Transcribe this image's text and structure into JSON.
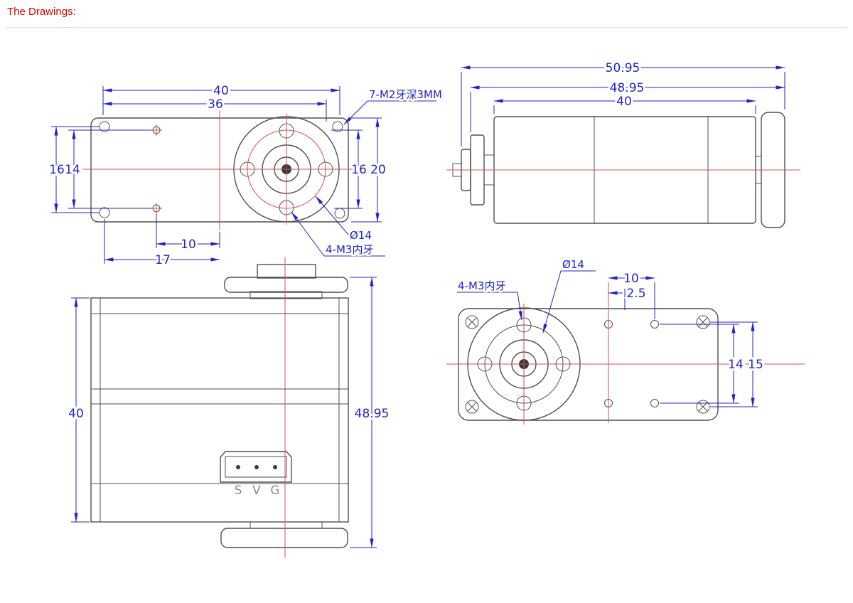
{
  "header": {
    "title": "The Drawings:"
  },
  "colors": {
    "heading": "#e10000",
    "dimension": "#2323cb",
    "centerline": "#d94f4f",
    "outline": "#4f4f4f",
    "divider": "#dddddd",
    "pin": "#8b8b8b"
  },
  "drawing": {
    "top_view": {
      "dim_width_overall": "40",
      "dim_width_inner": "36",
      "dim_left_outer": "16",
      "dim_left_inner": "14",
      "dim_right_inner": "16",
      "dim_right_outer": "20",
      "dim_bottom_inner": "10",
      "dim_bottom_outer": "17",
      "note_m2_screws": "7-M2牙深3MM",
      "note_boss_diameter": "Ø14",
      "note_m3_thread": "4-M3内牙"
    },
    "side_view": {
      "dim_overall": "50.95",
      "dim_body_flange": "48.95",
      "dim_body": "40"
    },
    "front_view": {
      "dim_body_height": "40",
      "dim_overall_height": "48.95",
      "pins": [
        "S",
        "V",
        "G"
      ]
    },
    "bottom_view": {
      "dim_hole_pitch": "10",
      "dim_offset": "2.5",
      "dim_hole_span": "14",
      "dim_screw_span": "15",
      "note_boss_diameter": "Ø14",
      "note_m3_thread": "4-M3内牙"
    }
  }
}
